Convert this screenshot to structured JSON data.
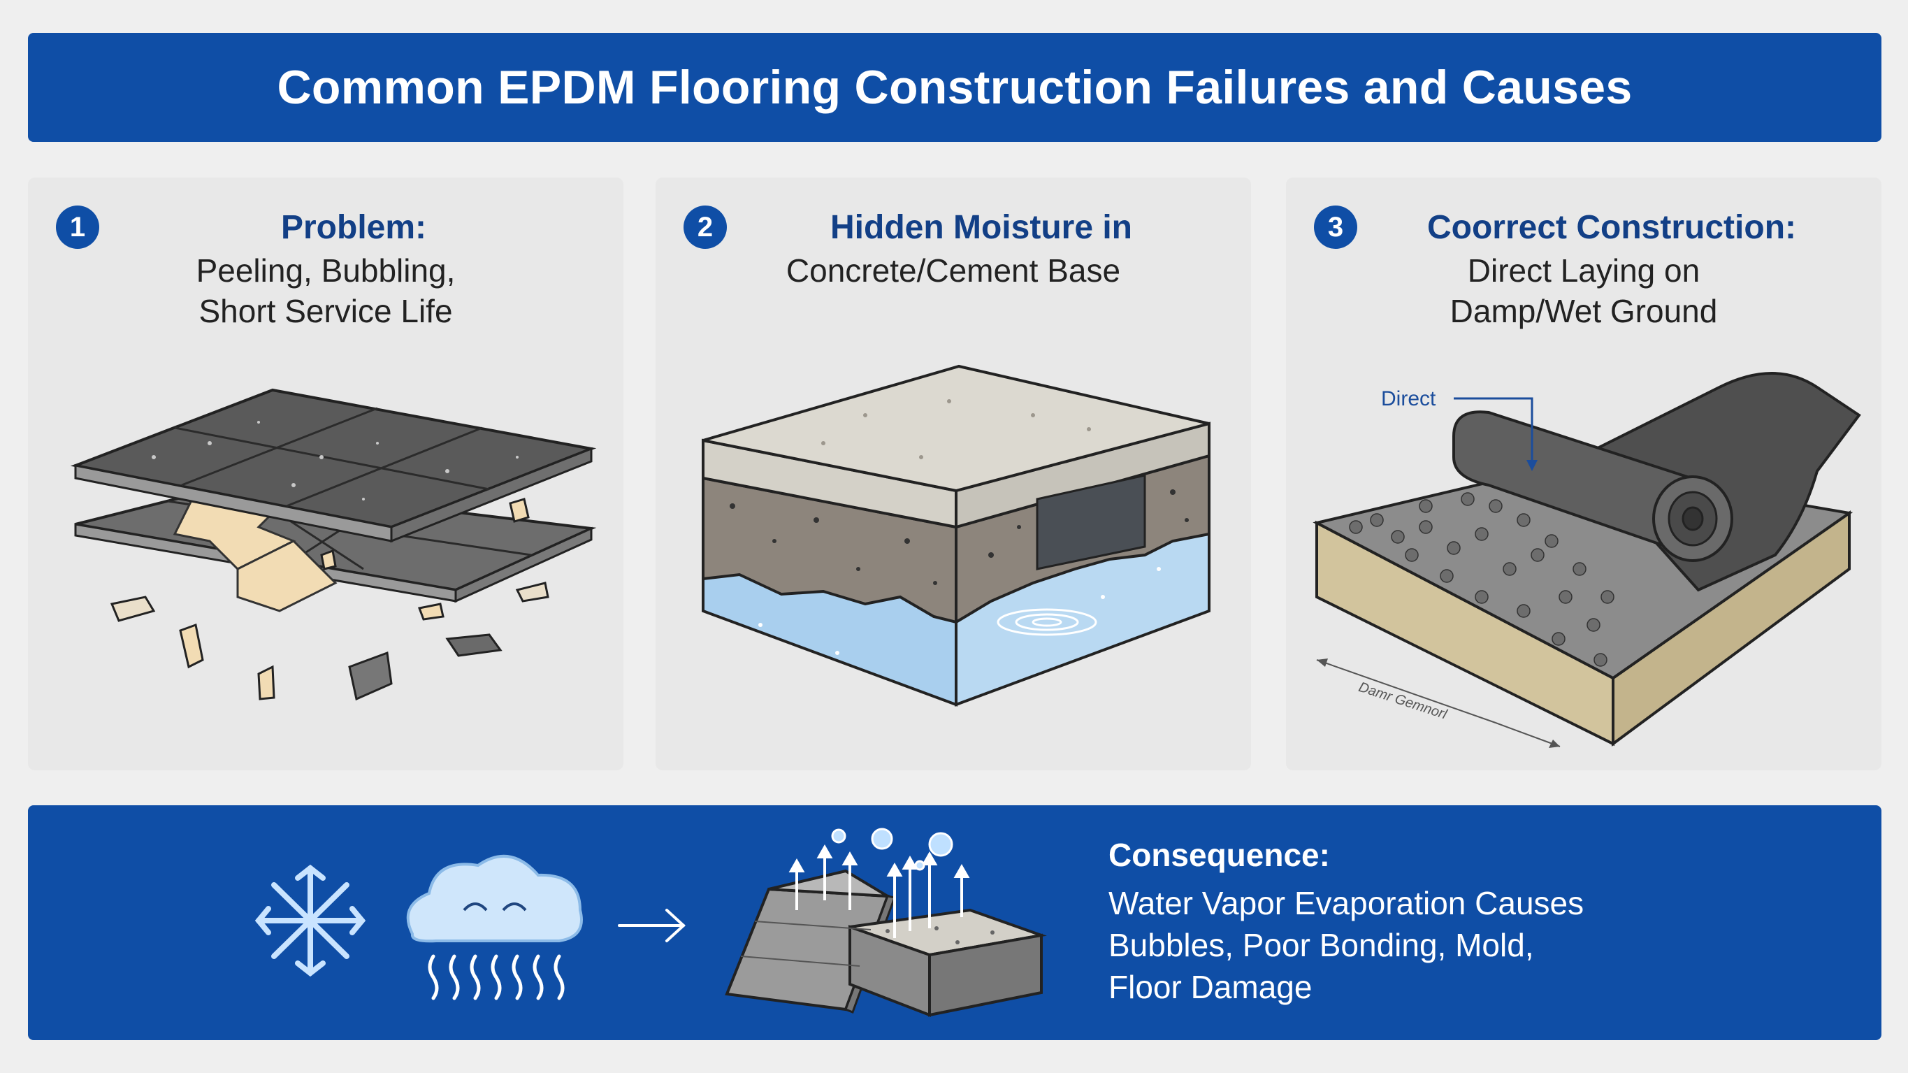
{
  "title": "Common EPDM Flooring Construction Failures and Causes",
  "panels": [
    {
      "number": "1",
      "title": "Problem:",
      "lines": [
        "Peeling, Bubbling,",
        "Short Service Life"
      ]
    },
    {
      "number": "2",
      "title": "Hidden Moisture in",
      "lines": [
        "Concrete/Cement Base"
      ]
    },
    {
      "number": "3",
      "title": "Coorrect Construction:",
      "lines": [
        "Direct Laying on",
        "Damp/Wet Ground"
      ],
      "callout": "Direct",
      "dimension_label": "Damr Gemnorl"
    }
  ],
  "consequence": {
    "title": "Consequence:",
    "lines": [
      "Water Vapor Evaporation Causes",
      "Bubbles, Poor Bonding, Mold,",
      "Floor Damage"
    ]
  },
  "colors": {
    "brand_blue": "#0f4ea6",
    "heading_blue": "#123f86",
    "water_blue": "#a9cfee"
  },
  "icons": [
    "snowflake-icon",
    "rain-cloud-icon",
    "arrow-right-icon",
    "vapor-arrows-icon"
  ]
}
